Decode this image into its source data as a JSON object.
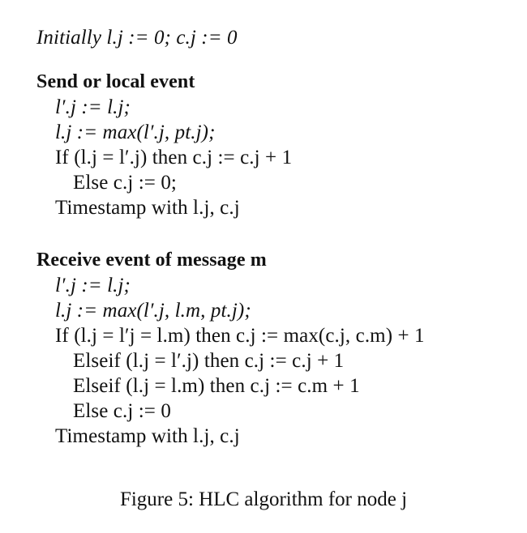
{
  "initially": {
    "keyword": "Initially",
    "expr": "l.j := 0; c.j := 0"
  },
  "send_block": {
    "heading": "Send or local event",
    "lines": [
      "l′.j := l.j;",
      "l.j := max(l′.j, pt.j);",
      "If (l.j = l′.j) then c.j := c.j + 1",
      "Else c.j := 0;",
      "Timestamp with l.j, c.j"
    ]
  },
  "receive_block": {
    "heading": "Receive event of message m",
    "lines": [
      "l′.j := l.j;",
      "l.j := max(l′.j, l.m, pt.j);",
      "If (l.j = l′j = l.m)  then c.j := max(c.j, c.m) + 1",
      "Elseif (l.j = l′.j) then c.j := c.j + 1",
      "Elseif (l.j = l.m) then c.j := c.m + 1",
      "Else c.j := 0",
      "Timestamp with l.j, c.j"
    ]
  },
  "caption": "Figure 5: HLC algorithm for node j"
}
